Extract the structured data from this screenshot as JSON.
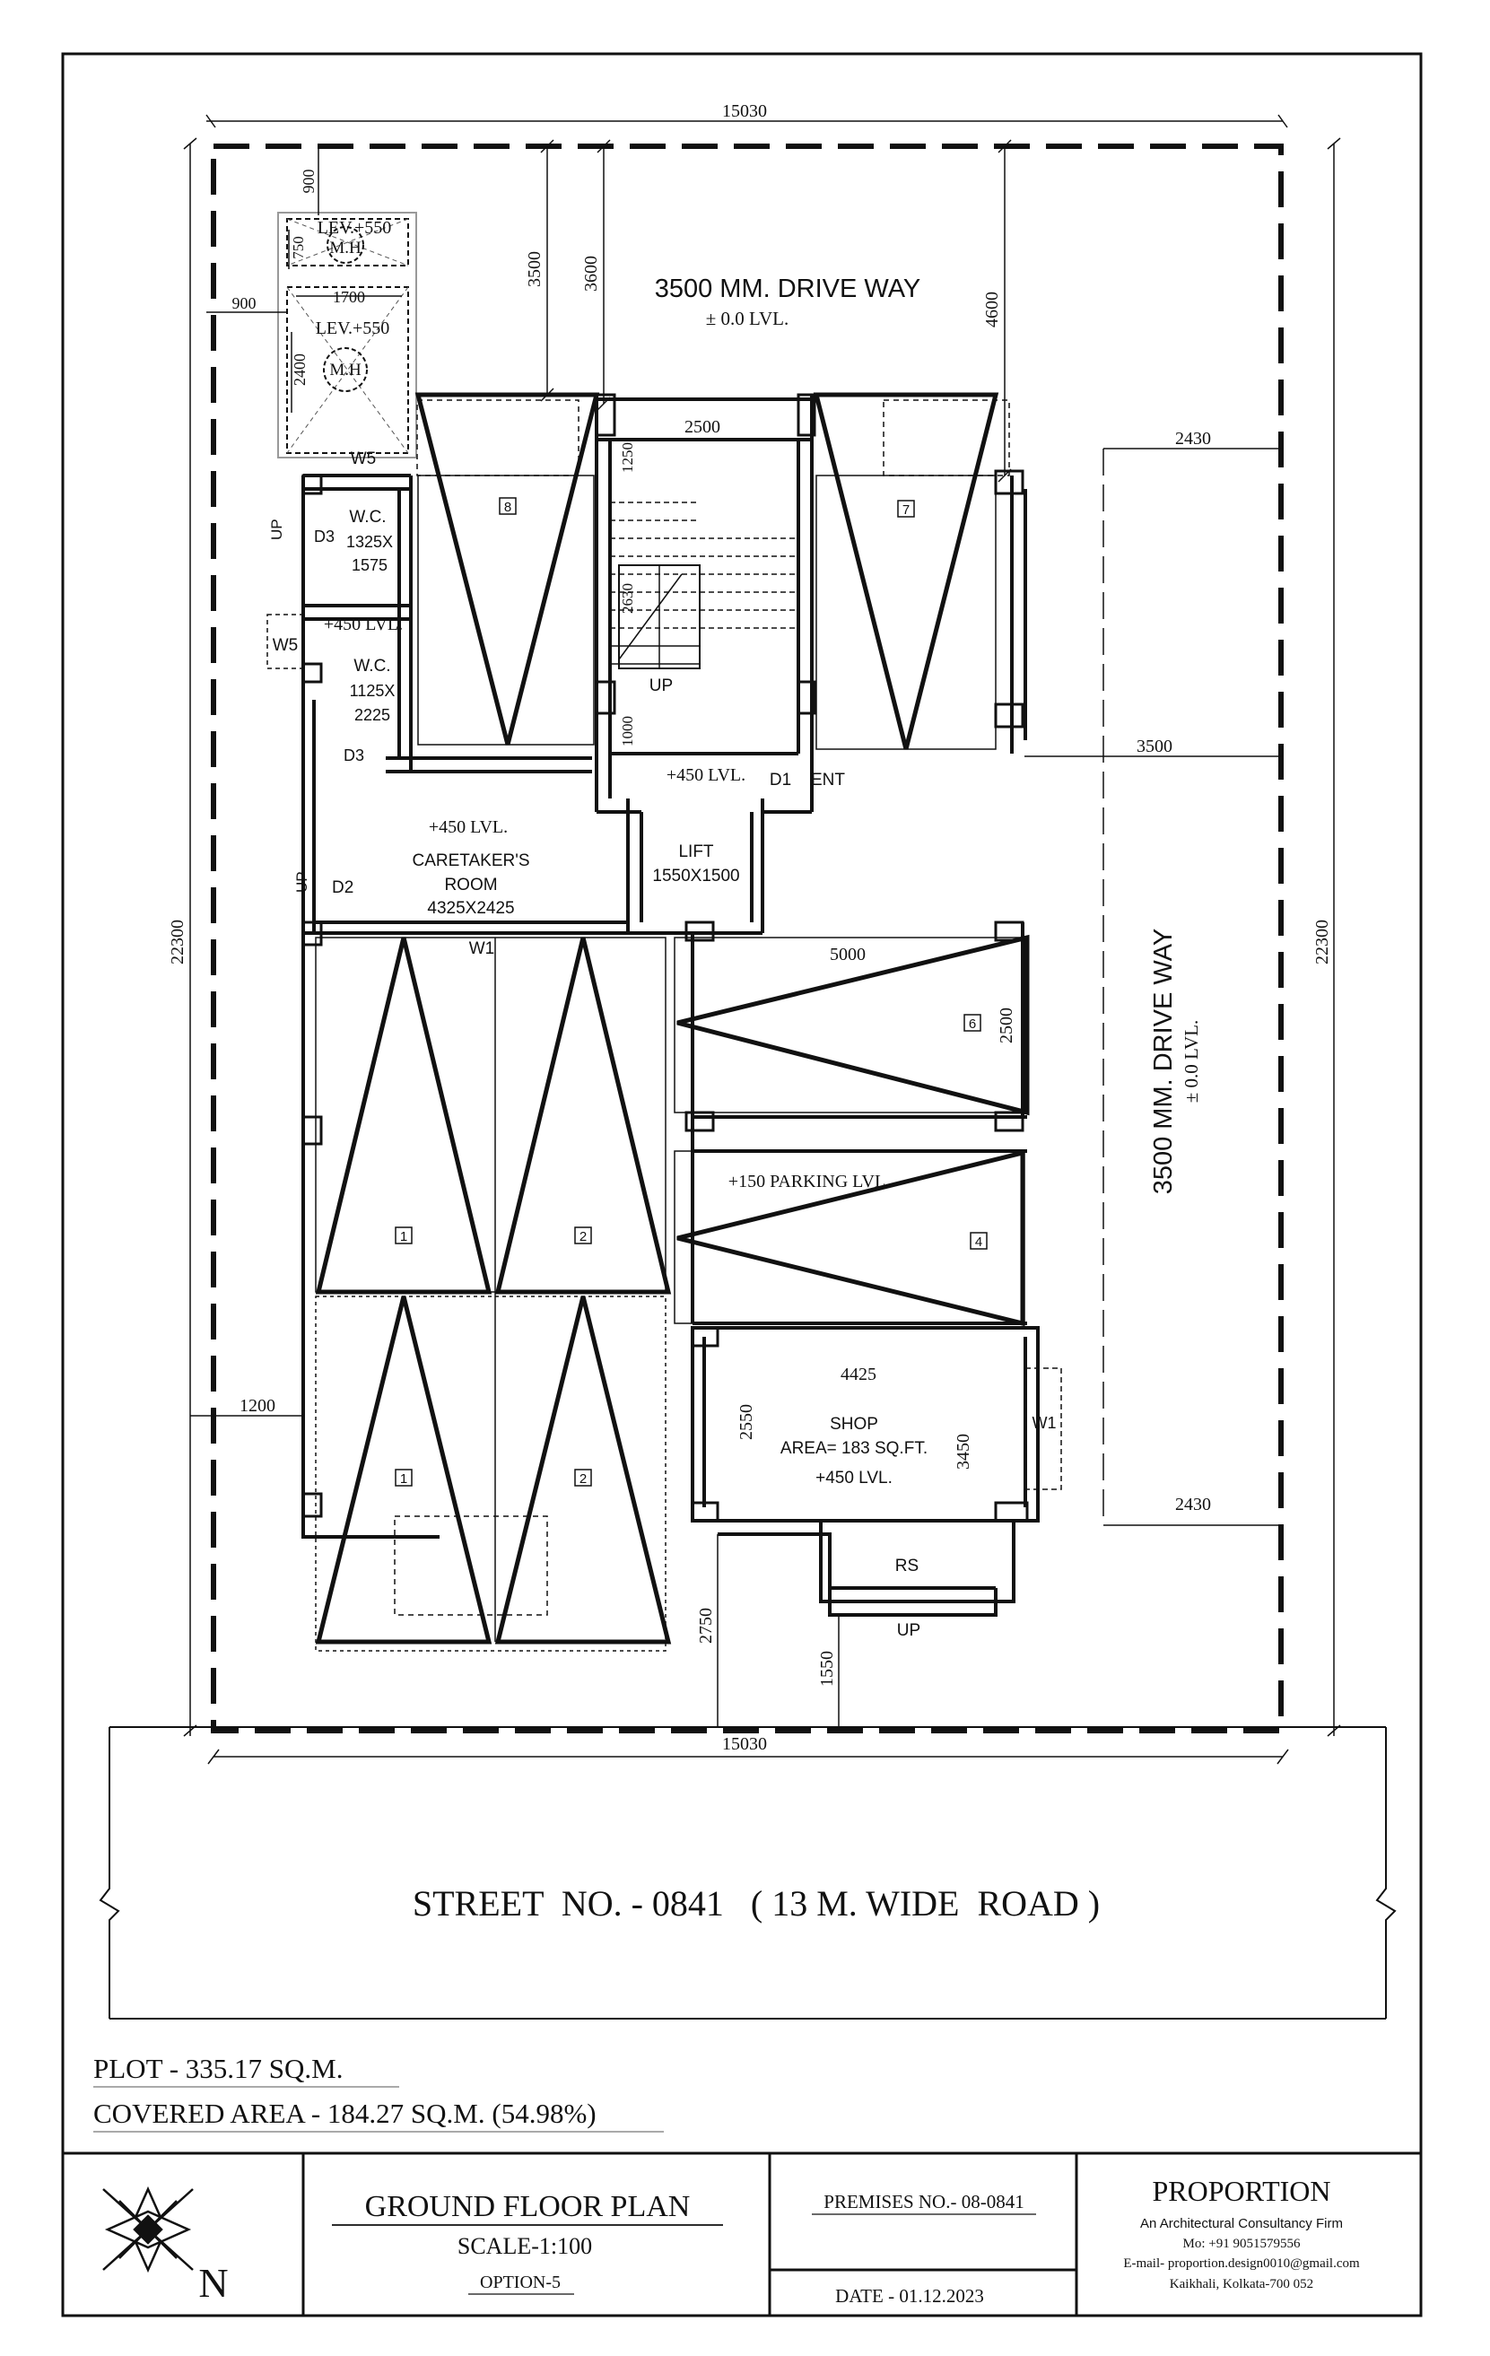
{
  "drawing": {
    "dims": {
      "top_width": "15030",
      "bottom_width": "15030",
      "left_height": "22300",
      "right_height": "22300",
      "mh_setback_top": "900",
      "mh_setback_left": "900",
      "mh_750": "750",
      "mh_1700": "1700",
      "mh_2400": "2400",
      "dim_3500_v": "3500",
      "dim_3600_v": "3600",
      "dim_4600_v": "4600",
      "stair_2500": "2500",
      "stair_1250": "1250",
      "stair_2630": "2630",
      "stair_1000": "1000",
      "right_2430_top": "2430",
      "right_3500": "3500",
      "parking_5000": "5000",
      "parking_2500": "2500",
      "left_1200": "1200",
      "shop_4425": "4425",
      "shop_2550": "2550",
      "shop_3450": "3450",
      "right_2430_bottom": "2430",
      "front_2750": "2750",
      "front_1550": "1550"
    },
    "labels": {
      "driveway_top": "3500 MM. DRIVE WAY",
      "driveway_top_lvl": "± 0.0 LVL.",
      "driveway_right": "3500 MM. DRIVE WAY",
      "driveway_right_lvl": "± 0.0 LVL.",
      "lev1": "LEV.+550",
      "lev2": "LEV.+550",
      "mh1": "M.H",
      "mh2": "M.H",
      "w5_top": "W5",
      "w5_left": "W5",
      "wc1_title": "W.C.",
      "wc1_size1": "1325X",
      "wc1_size2": "1575",
      "wc2_lvl": "+450 LVL.",
      "wc2_title": "W.C.",
      "wc2_size1": "1125X",
      "wc2_size2": "2225",
      "d3_a": "D3",
      "d3_b": "D3",
      "up_wc": "UP",
      "up_d2": "UP",
      "up_stair": "UP",
      "up_shop": "UP",
      "d2": "D2",
      "d1": "D1",
      "ent": "ENT",
      "lobby_lvl": "+450 LVL.",
      "care_lvl": "+450 LVL.",
      "care_title1": "CARETAKER'S",
      "care_title2": "ROOM",
      "care_size": "4325X2425",
      "lift_title": "LIFT",
      "lift_size": "1550X1500",
      "w1_care": "W1",
      "w1_shop": "W1",
      "parking_lvl": "+150 PARKING LVL.",
      "shop_title": "SHOP",
      "shop_area": "AREA= 183 SQ.FT.",
      "shop_lvl": "+450 LVL.",
      "rs": "RS",
      "car8": "8",
      "car7": "7",
      "car6": "6",
      "car4": "4",
      "car1a": "1",
      "car2a": "2",
      "car1b": "1",
      "car2b": "2",
      "street": "STREET  NO. - 0841   ( 13 M. WIDE  ROAD )"
    }
  },
  "info": {
    "plot": "PLOT - 335.17 SQ.M.",
    "covered": "COVERED AREA - 184.27 SQ.M. (54.98%)"
  },
  "title_block": {
    "north": "N",
    "title": "GROUND FLOOR PLAN",
    "scale": "SCALE-1:100",
    "option": "OPTION-5",
    "premises": "PREMISES NO.- 08-0841",
    "date": "DATE - 01.12.2023",
    "firm": "PROPORTION",
    "firm_tag": "An Architectural Consultancy Firm",
    "mobile": "Mo: +91 9051579556",
    "email": "E-mail- proportion.design0010@gmail.com",
    "address": "Kaikhali, Kolkata-700 052"
  }
}
